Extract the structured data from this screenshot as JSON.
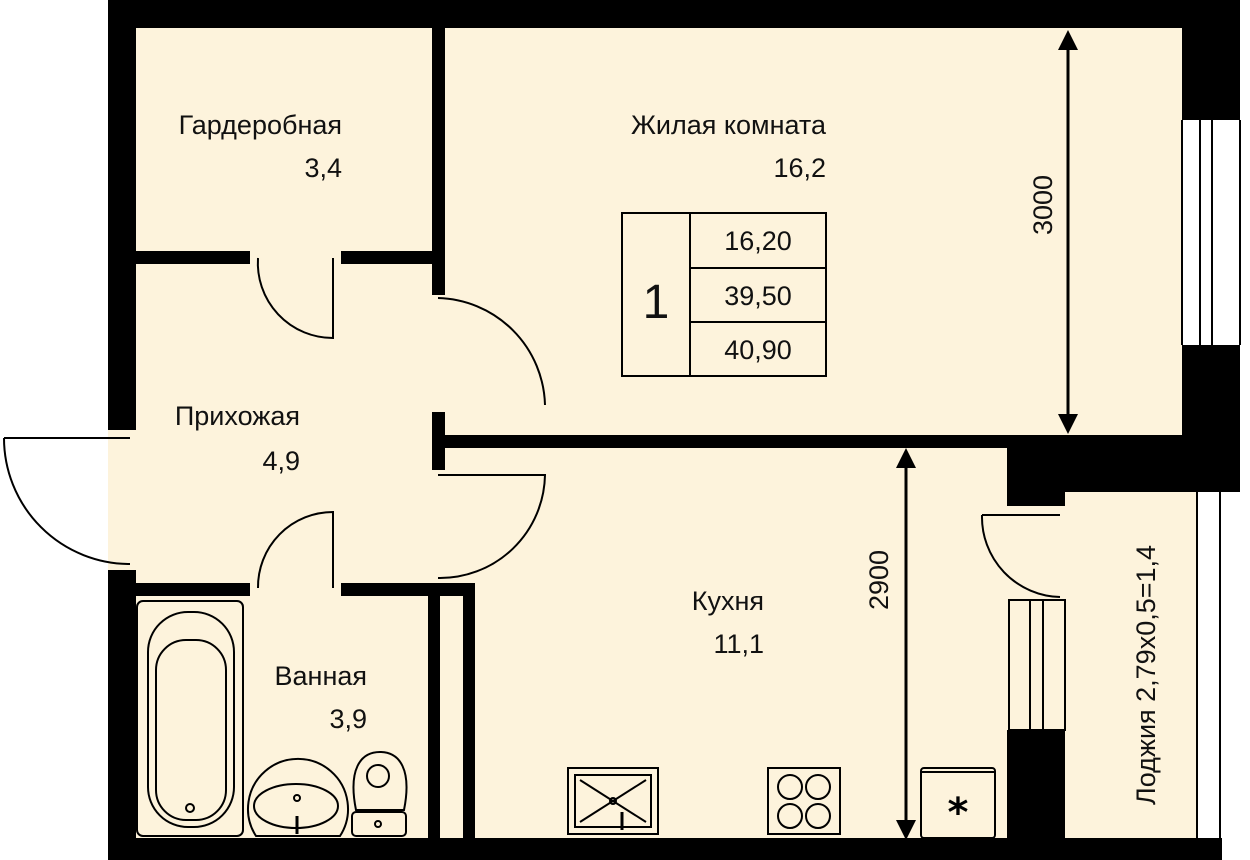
{
  "rooms": {
    "wardrobe": {
      "name": "Гардеробная",
      "area": "3,4"
    },
    "living": {
      "name": "Жилая комната",
      "area": "16,2"
    },
    "hall": {
      "name": "Прихожая",
      "area": "4,9"
    },
    "bath": {
      "name": "Ванная",
      "area": "3,9"
    },
    "kitchen": {
      "name": "Кухня",
      "area": "11,1"
    },
    "loggia": {
      "name": "Лоджия 2,79х0,5=1,4"
    }
  },
  "summary": {
    "rooms_count": "1",
    "living_area": "16,20",
    "area_wo_loggia": "39,50",
    "total_area": "40,90"
  },
  "dimensions": {
    "living_depth": "3000",
    "kitchen_depth": "2900"
  },
  "symbols": {
    "boiler_mark": "*"
  },
  "colors": {
    "floor": "#FDF3DC",
    "wall": "#000000"
  }
}
